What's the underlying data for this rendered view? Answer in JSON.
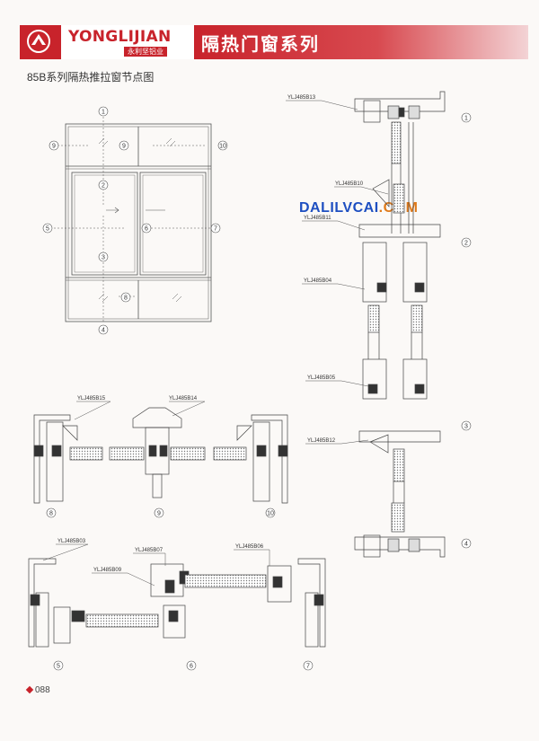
{
  "header": {
    "brand": "YONGLIJIAN",
    "brand_sub": "永利坚铝业",
    "series_title": "隔热门窗系列"
  },
  "page": {
    "title": "85B系列隔热推拉窗节点图",
    "number": "088"
  },
  "watermark": {
    "main": "DALILVCAI",
    "suffix": ".COM"
  },
  "elevation": {
    "markers": [
      "1",
      "2",
      "3",
      "4",
      "5",
      "6",
      "7",
      "8",
      "9",
      "10"
    ]
  },
  "profiles": {
    "b13": "YLJ485B13",
    "b10": "YLJ485B10",
    "b11": "YLJ485B11",
    "b04": "YLJ485B04",
    "b05": "YLJ485B05",
    "b12": "YLJ485B12",
    "b15": "YLJ485B15",
    "b14": "YLJ485B14",
    "b03": "YLJ485B03",
    "b07": "YLJ485B07",
    "b06": "YLJ485B06",
    "b09": "YLJ485B09"
  },
  "detail_markers": {
    "v1": "1",
    "v2": "2",
    "v3": "3",
    "v4": "4",
    "h8": "8",
    "h9": "9",
    "h10": "10",
    "h5": "5",
    "h6": "6",
    "h7": "7"
  },
  "colors": {
    "brand_red": "#c8232b",
    "watermark_blue": "#1e4fc1",
    "watermark_orange": "#e07a1a"
  }
}
